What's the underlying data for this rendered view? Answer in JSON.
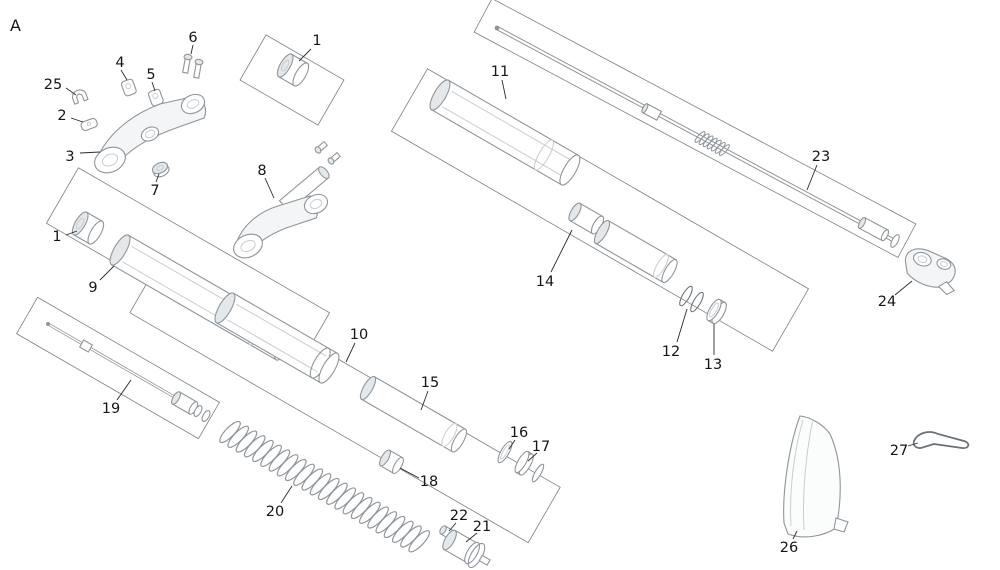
{
  "figure_label": "A",
  "callouts": [
    {
      "id": "fig",
      "label": "A"
    },
    {
      "id": "1a",
      "label": "1"
    },
    {
      "id": "6",
      "label": "6"
    },
    {
      "id": "4",
      "label": "4"
    },
    {
      "id": "5",
      "label": "5"
    },
    {
      "id": "25",
      "label": "25"
    },
    {
      "id": "2",
      "label": "2"
    },
    {
      "id": "3",
      "label": "3"
    },
    {
      "id": "7",
      "label": "7"
    },
    {
      "id": "8",
      "label": "8"
    },
    {
      "id": "11",
      "label": "11"
    },
    {
      "id": "23",
      "label": "23"
    },
    {
      "id": "1b",
      "label": "1"
    },
    {
      "id": "9",
      "label": "9"
    },
    {
      "id": "14",
      "label": "14"
    },
    {
      "id": "24",
      "label": "24"
    },
    {
      "id": "12",
      "label": "12"
    },
    {
      "id": "13",
      "label": "13"
    },
    {
      "id": "10",
      "label": "10"
    },
    {
      "id": "15",
      "label": "15"
    },
    {
      "id": "19",
      "label": "19"
    },
    {
      "id": "16",
      "label": "16"
    },
    {
      "id": "17",
      "label": "17"
    },
    {
      "id": "18",
      "label": "18"
    },
    {
      "id": "20",
      "label": "20"
    },
    {
      "id": "22",
      "label": "22"
    },
    {
      "id": "21",
      "label": "21"
    },
    {
      "id": "26",
      "label": "26"
    },
    {
      "id": "27",
      "label": "27"
    }
  ],
  "colors": {
    "outline": "#8f959b",
    "leader": "#2b2b2b",
    "label": "#161616",
    "shade": "#e4e8ea"
  }
}
